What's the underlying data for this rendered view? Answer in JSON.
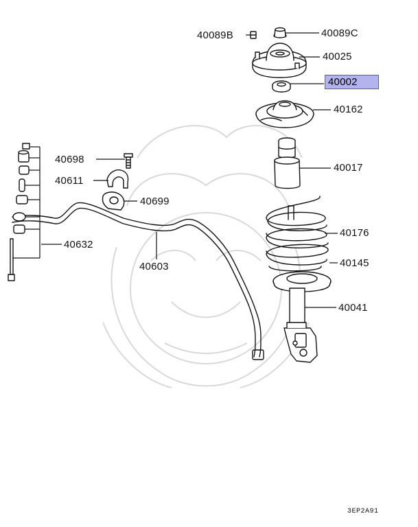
{
  "diagram": {
    "labels": {
      "p40089b": "40089B",
      "p40089c": "40089C",
      "p40025": "40025",
      "p40002": "40002",
      "p40162": "40162",
      "p40017": "40017",
      "p40176": "40176",
      "p40145": "40145",
      "p40041": "40041",
      "p40698": "40698",
      "p40611": "40611",
      "p40699": "40699",
      "p40632": "40632",
      "p40603": "40603"
    },
    "highlighted_part": "40002",
    "diagram_code": "3EP2A91",
    "colors": {
      "line": "#111111",
      "highlight_fill": "#b3b3ee",
      "highlight_border": "#5a5ab8",
      "watermark": "#d6d6d6"
    }
  }
}
